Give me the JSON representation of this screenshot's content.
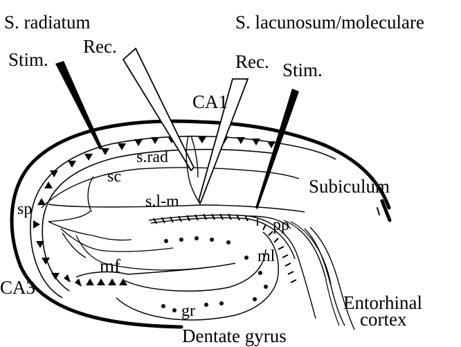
{
  "labels": {
    "s_radiatum": "S. radiatum",
    "s_lacunosum": "S. lacunosum/moleculare",
    "stim_left": "Stim.",
    "rec_left": "Rec.",
    "rec_right": "Rec.",
    "stim_right": "Stim.",
    "ca1": "CA1",
    "s_rad": "s.rad",
    "sc": "sc",
    "subiculum": "Subiculum",
    "sp": "sp",
    "s_l_m": "s.l-m",
    "pp": "pp",
    "ml": "ml",
    "mf": "mf",
    "ca3": "CA3",
    "gr": "gr",
    "entorhinal": "Entorhinal",
    "cortex": "cortex",
    "dentate": "Dentate gyrus"
  },
  "colors": {
    "ink": "#000000",
    "background": "#ffffff"
  }
}
